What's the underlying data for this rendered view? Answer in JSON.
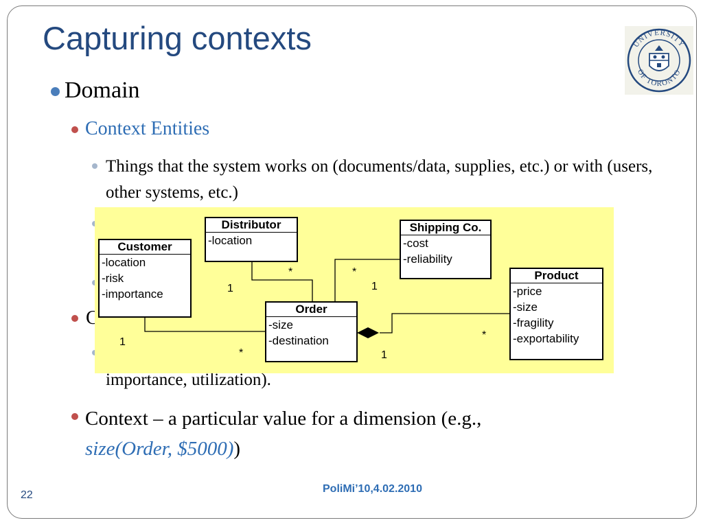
{
  "slide": {
    "title": "Capturing contexts",
    "bullets": {
      "domain": "Domain",
      "context_entities": "Context Entities",
      "entities_desc": "Things that the system works on (documents/data, supplies, etc.) or with (users, other systems, etc.)",
      "partial_c": "C",
      "dimension_tail": "importance, utilization).",
      "context_def_prefix": "Context – a particular value for a dimension (e.g.,",
      "context_example": "size(Order, $5000)",
      "context_close": ")"
    },
    "footer": "PoliMi’10,4.02.2010",
    "page_number": "22",
    "logo_text": "UNIVERSITY OF TORONTO"
  },
  "diagram": {
    "background": "#ffff99",
    "classes": {
      "distributor": {
        "name": "Distributor",
        "attrs": [
          "-location"
        ]
      },
      "shipping": {
        "name": "Shipping Co.",
        "attrs": [
          "-cost",
          "-reliability"
        ]
      },
      "customer": {
        "name": "Customer",
        "attrs": [
          "-location",
          "-risk",
          "-importance"
        ]
      },
      "order": {
        "name": "Order",
        "attrs": [
          "-size",
          "-destination"
        ]
      },
      "product": {
        "name": "Product",
        "attrs": [
          "-price",
          "-size",
          "-fragility",
          "-exportability"
        ]
      }
    },
    "multiplicities": {
      "distributor_1": "1",
      "distributor_star": "*",
      "shipping_star": "*",
      "shipping_1": "1",
      "customer_1": "1",
      "order_star": "*",
      "order_1": "1",
      "product_star": "*"
    }
  },
  "colors": {
    "title": "#24497f",
    "accent_blue": "#2e6db4",
    "bullet_red": "#c0504d"
  }
}
